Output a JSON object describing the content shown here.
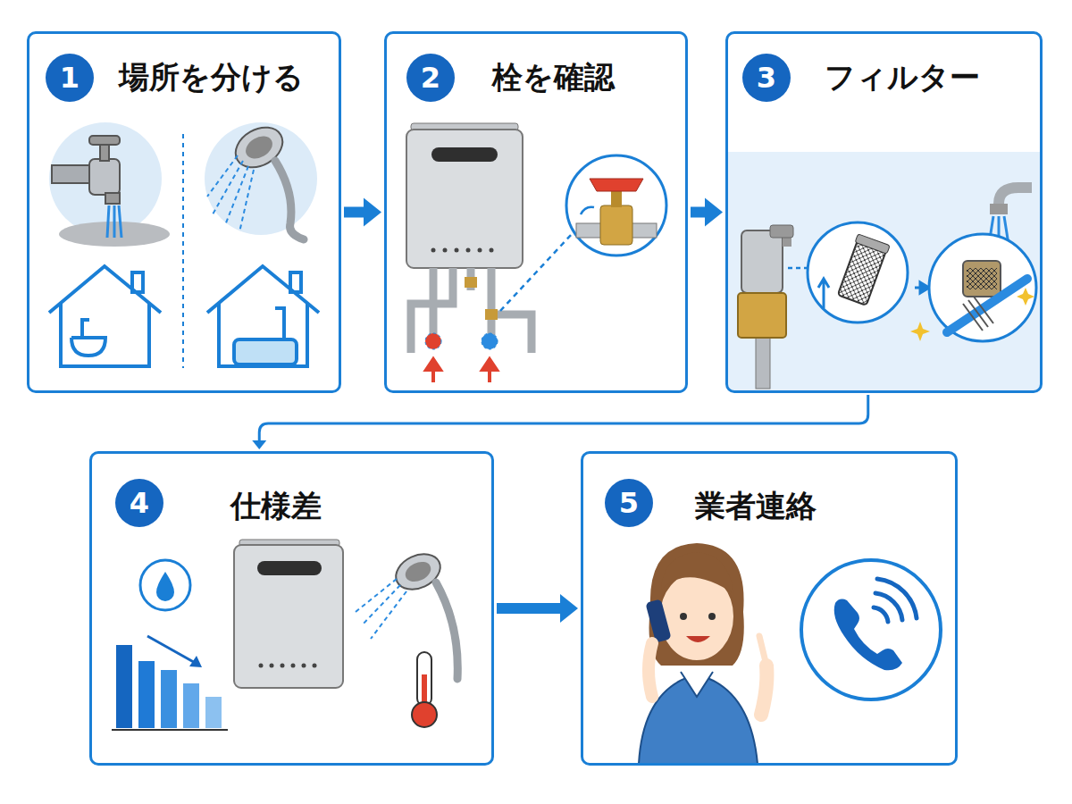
{
  "diagram": {
    "nodes": [
      {
        "text": [
          "場所を分ける"
        ]
      },
      {
        "text": [
          "1"
        ],
        "in": 0
      },
      {
        "text": [
          "栓を確認"
        ]
      },
      {
        "text": [
          "2"
        ],
        "in": 2
      },
      {
        "text": [
          "フィルター"
        ]
      },
      {
        "text": [
          "3"
        ],
        "in": 4
      },
      {
        "text": [
          "仕様差"
        ]
      },
      {
        "text": [
          "4"
        ],
        "in": 6
      },
      {
        "text": [
          "業者連絡"
        ]
      },
      {
        "text": [
          "5"
        ],
        "in": 8
      }
    ],
    "edges": [
      {
        "from": 0,
        "to": 2,
        "arrow": "to"
      },
      {
        "from": 2,
        "to": 4,
        "arrow": "to"
      },
      {
        "from": 4,
        "to": 6,
        "arrow": "to"
      },
      {
        "from": 6,
        "to": 8,
        "arrow": "to"
      }
    ]
  }
}
